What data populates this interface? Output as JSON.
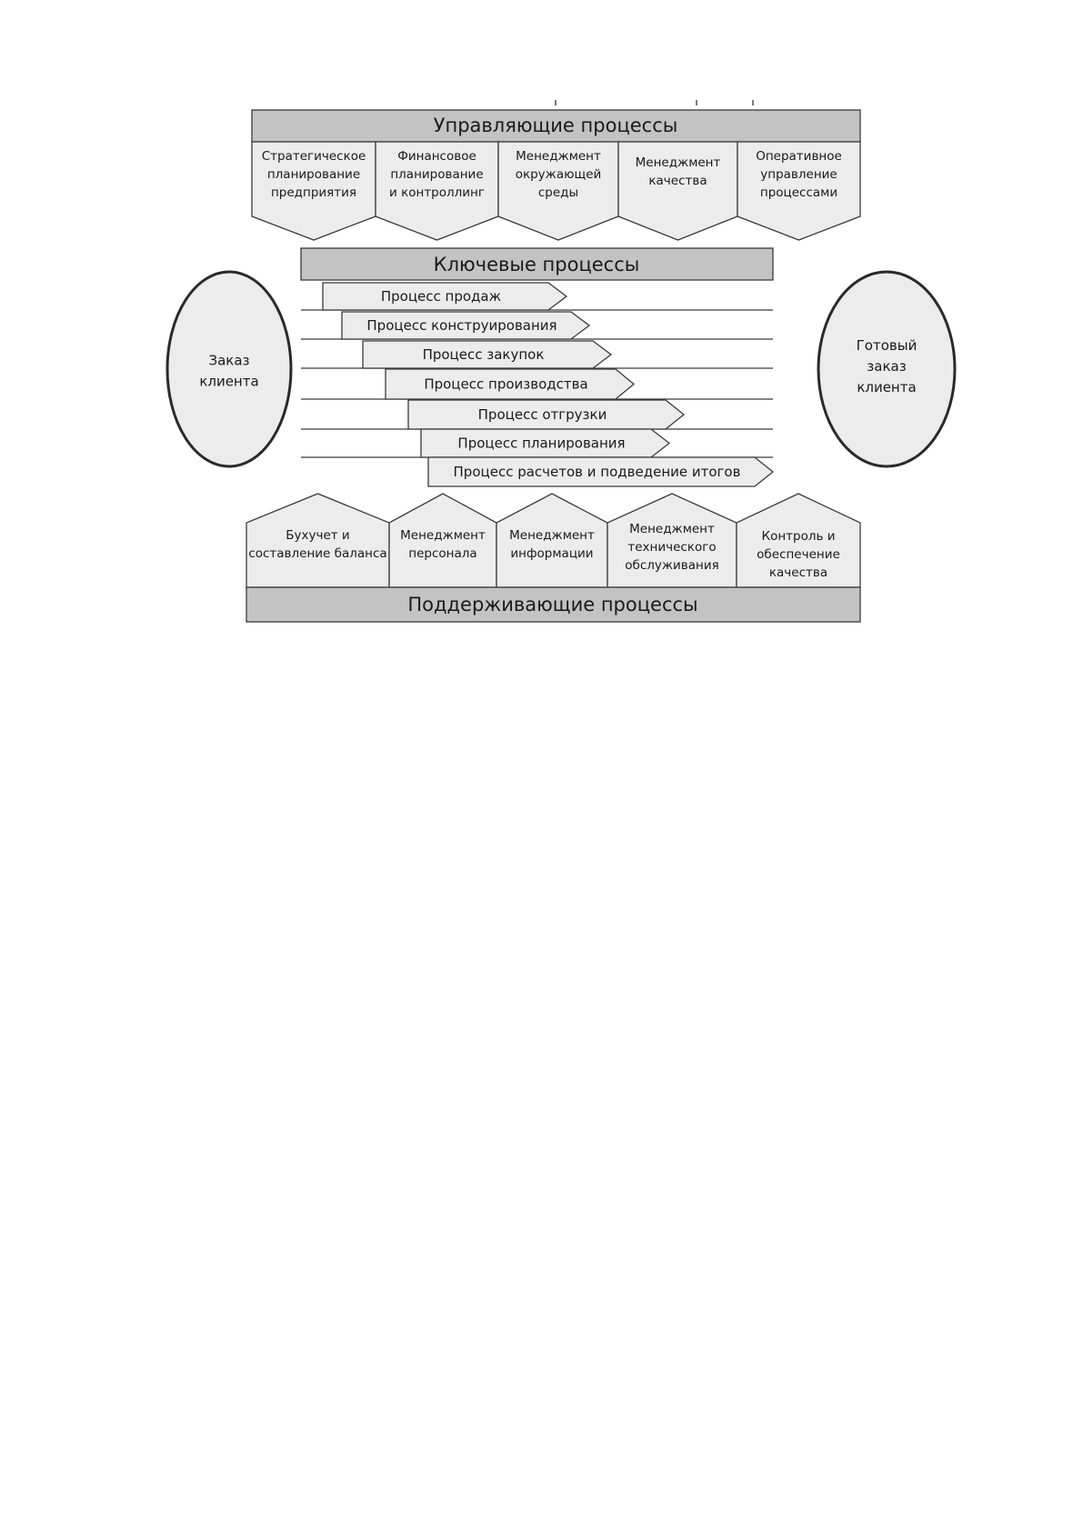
{
  "management": {
    "title": "Управляющие процессы",
    "boxes": [
      {
        "lines": [
          "Стратегическое",
          "планирование",
          "предприятия"
        ]
      },
      {
        "lines": [
          "Финансовое",
          "планирование",
          "и контроллинг"
        ]
      },
      {
        "lines": [
          "Менеджмент",
          "окружающей",
          "среды"
        ]
      },
      {
        "lines": [
          "Менеджмент",
          "качества"
        ]
      },
      {
        "lines": [
          "Оперативное",
          "управление",
          "процессами"
        ]
      }
    ]
  },
  "key": {
    "title": "Ключевые процессы",
    "arrows": [
      {
        "label": "Процесс продаж"
      },
      {
        "label": "Процесс конструирования"
      },
      {
        "label": "Процесс закупок"
      },
      {
        "label": "Процесс производства"
      },
      {
        "label": "Процесс отгрузки"
      },
      {
        "label": "Процесс планирования"
      },
      {
        "label": "Процесс расчетов и подведение итогов"
      }
    ]
  },
  "input": {
    "lines": [
      "Заказ",
      "клиента"
    ]
  },
  "output": {
    "lines": [
      "Готовый",
      "заказ",
      "клиента"
    ]
  },
  "support": {
    "title": "Поддерживающие процессы",
    "boxes": [
      {
        "lines": [
          "Бухучет и",
          "составление баланса"
        ]
      },
      {
        "lines": [
          "Менеджмент",
          "персонала"
        ]
      },
      {
        "lines": [
          "Менеджмент",
          "информации"
        ]
      },
      {
        "lines": [
          "Менеджмент",
          "технического",
          "обслуживания"
        ]
      },
      {
        "lines": [
          "Контроль и",
          "обеспечение",
          "качества"
        ]
      }
    ]
  }
}
